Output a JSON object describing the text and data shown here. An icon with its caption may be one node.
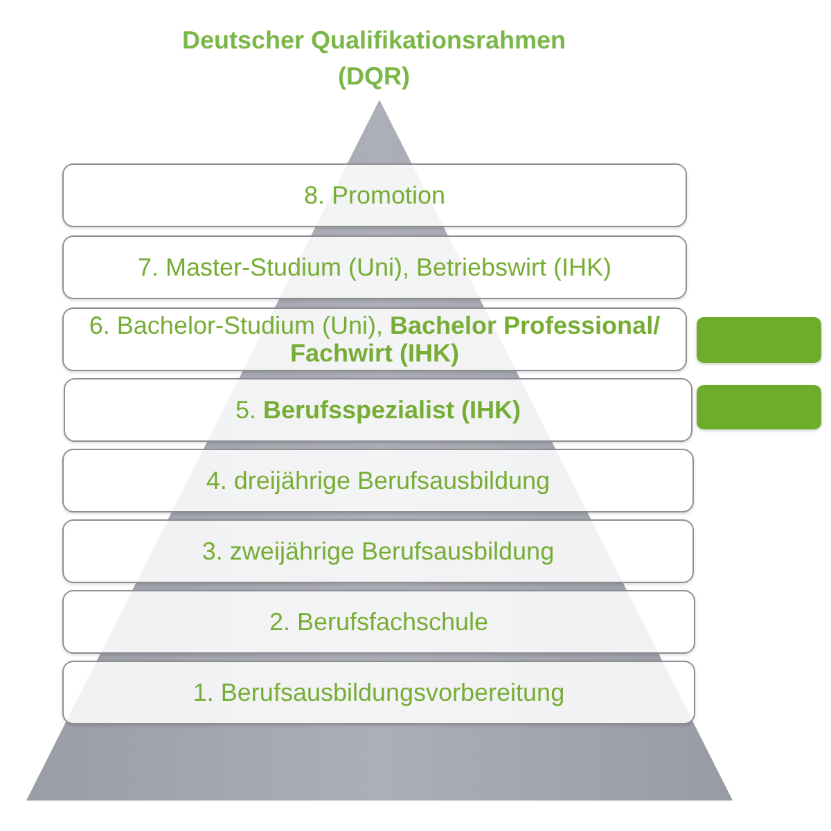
{
  "diagram": {
    "title": "Deutscher Qualifikationsrahmen (DQR)",
    "nodes": [
      {
        "text": [
          "8. Promotion"
        ]
      },
      {
        "text": [
          "7. Master-Studium (Uni), Betriebswirt (IHK)"
        ]
      },
      {
        "text": [
          "6. Bachelor-Studium (Uni), **Bachelor Professional/ Fachwirt (IHK)**"
        ]
      },
      {
        "text": [],
        "shape": "box"
      },
      {
        "text": [
          "5. **Berufsspezialist (IHK)**"
        ]
      },
      {
        "text": [],
        "shape": "box"
      },
      {
        "text": [
          "4. dreijährige Berufsausbildung"
        ]
      },
      {
        "text": [
          "3. zweijährige Berufsausbildung"
        ]
      },
      {
        "text": [
          "2. Berufsfachschule"
        ]
      },
      {
        "text": [
          "1. Berufsausbildungsvorbereitung"
        ]
      }
    ]
  }
}
